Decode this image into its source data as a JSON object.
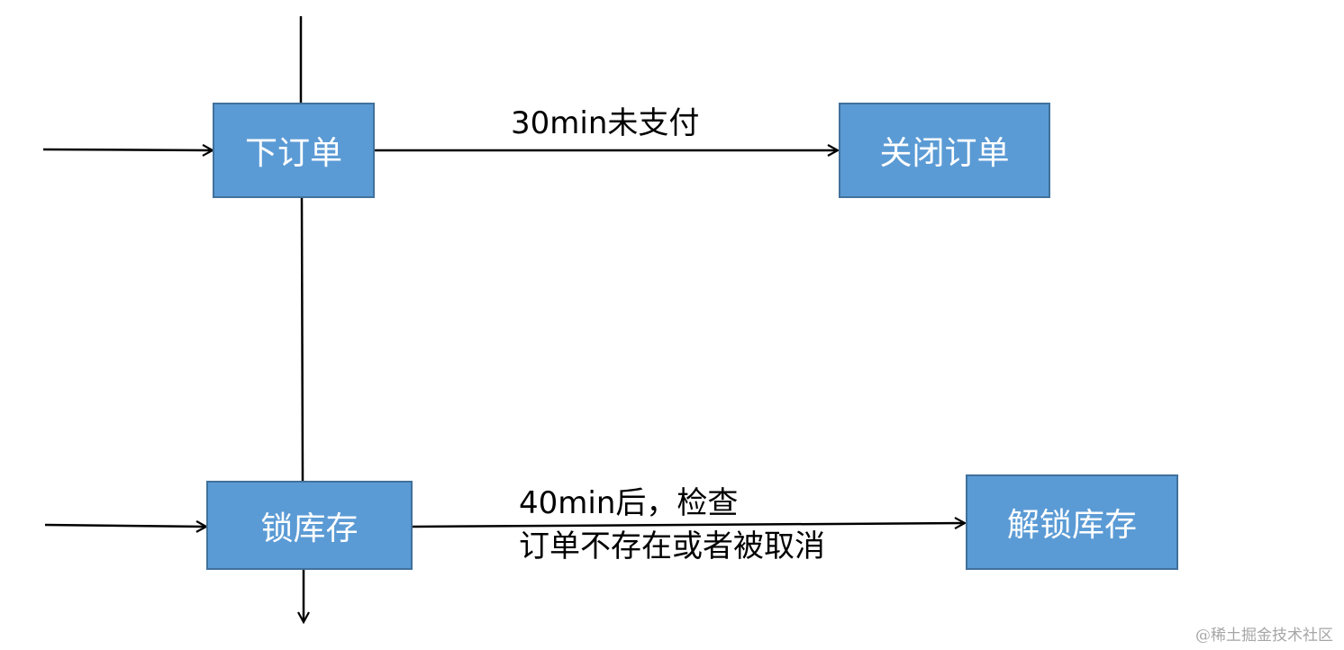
{
  "diagram": {
    "colors": {
      "node_fill": "#5b9bd5",
      "node_border": "#41719c",
      "node_text": "#ffffff",
      "line": "#000000",
      "watermark": "#a6a6a6"
    },
    "nodes": {
      "place_order": "下订单",
      "close_order": "关闭订单",
      "lock_stock": "锁库存",
      "unlock_stock": "解锁库存"
    },
    "edge_labels": {
      "timeout_30": "30min未支付",
      "timeout_40_line1": "40min后，检查",
      "timeout_40_line2": "订单不存在或者被取消"
    },
    "edges": [
      {
        "from": "place_order",
        "to": "close_order",
        "label": "30min未支付"
      },
      {
        "from": "lock_stock",
        "to": "unlock_stock",
        "label": "40min后，检查 订单不存在或者被取消"
      },
      {
        "from": "place_order",
        "to": "lock_stock"
      }
    ],
    "watermark": "@稀土掘金技术社区"
  }
}
